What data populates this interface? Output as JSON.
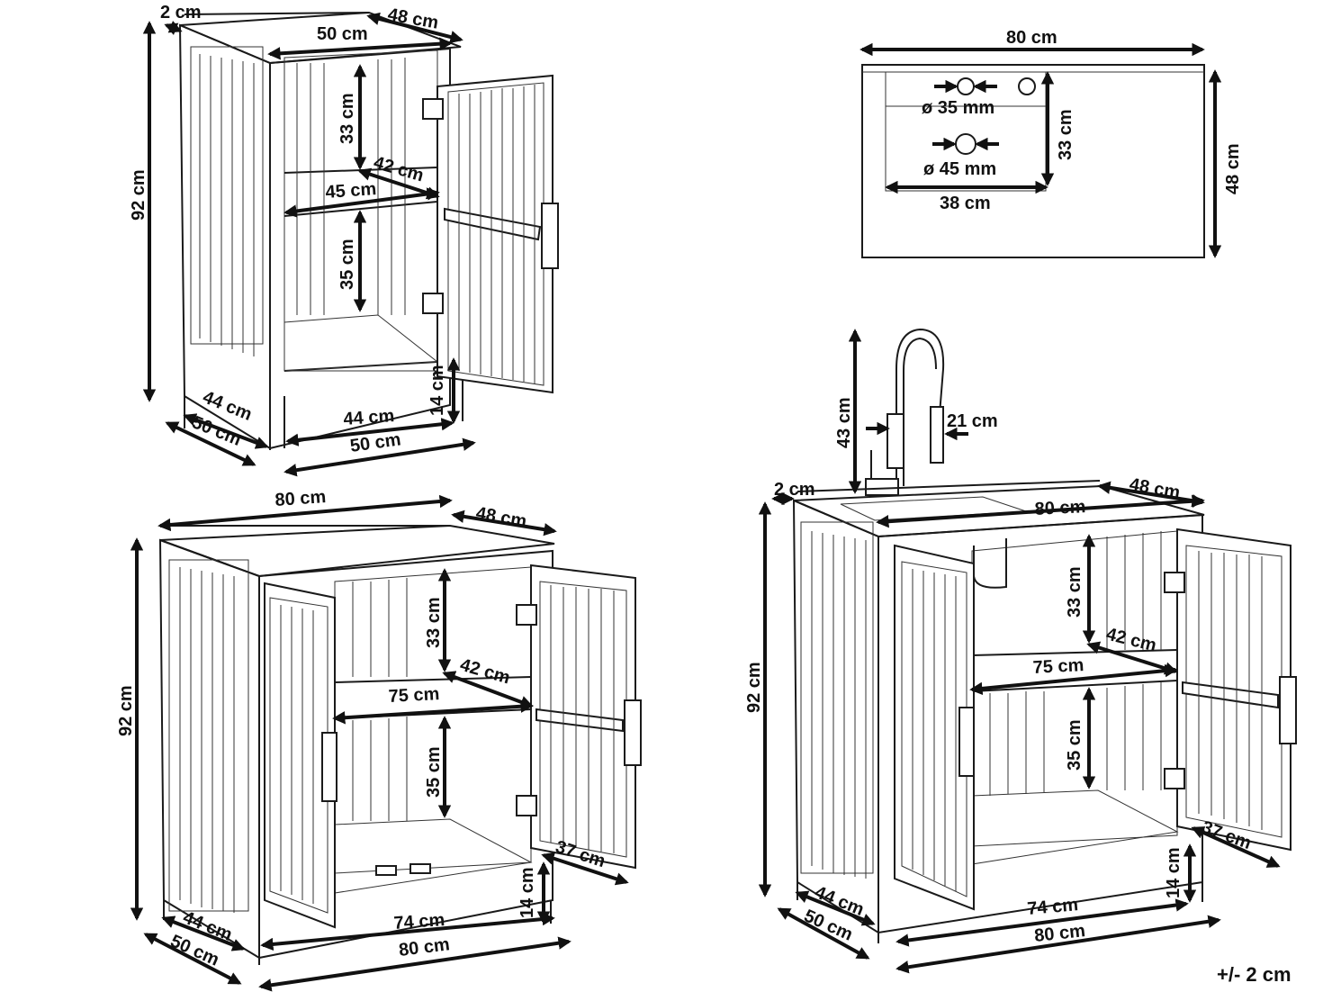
{
  "labels": {
    "single": {
      "top_edge": "2 cm",
      "top_depth": "48 cm",
      "top_width": "50 cm",
      "height": "92 cm",
      "upper_gap": "33 cm",
      "shelf_depth": "42 cm",
      "shelf_width": "45 cm",
      "lower_gap": "35 cm",
      "leg_height": "14 cm",
      "side_inner": "44 cm",
      "side_outer": "50 cm",
      "front_inner": "44 cm",
      "front_outer": "50 cm"
    },
    "sinktop": {
      "width": "80 cm",
      "hole_small": "ø 35 mm",
      "hole_large": "ø 45 mm",
      "basin_depth": "33 cm",
      "basin_width": "38 cm",
      "depth": "48 cm"
    },
    "double": {
      "top_width": "80 cm",
      "top_depth": "48 cm",
      "height": "92 cm",
      "upper_gap": "33 cm",
      "shelf_depth": "42 cm",
      "shelf_width": "75 cm",
      "lower_gap": "35 cm",
      "door_depth": "37 cm",
      "leg_height": "14 cm",
      "side_inner": "44 cm",
      "side_outer": "50 cm",
      "front_inner": "74 cm",
      "front_outer": "80 cm"
    },
    "sink": {
      "faucet_height": "43 cm",
      "faucet_reach": "21 cm",
      "top_edge": "2 cm",
      "top_width": "80 cm",
      "top_depth": "48 cm",
      "height": "92 cm",
      "upper_gap": "33 cm",
      "shelf_depth": "42 cm",
      "shelf_width": "75 cm",
      "lower_gap": "35 cm",
      "door_depth": "37 cm",
      "leg_height": "14 cm",
      "side_inner": "44 cm",
      "side_outer": "50 cm",
      "front_inner": "74 cm",
      "front_outer": "80 cm"
    },
    "tolerance": "+/- 2 cm"
  }
}
